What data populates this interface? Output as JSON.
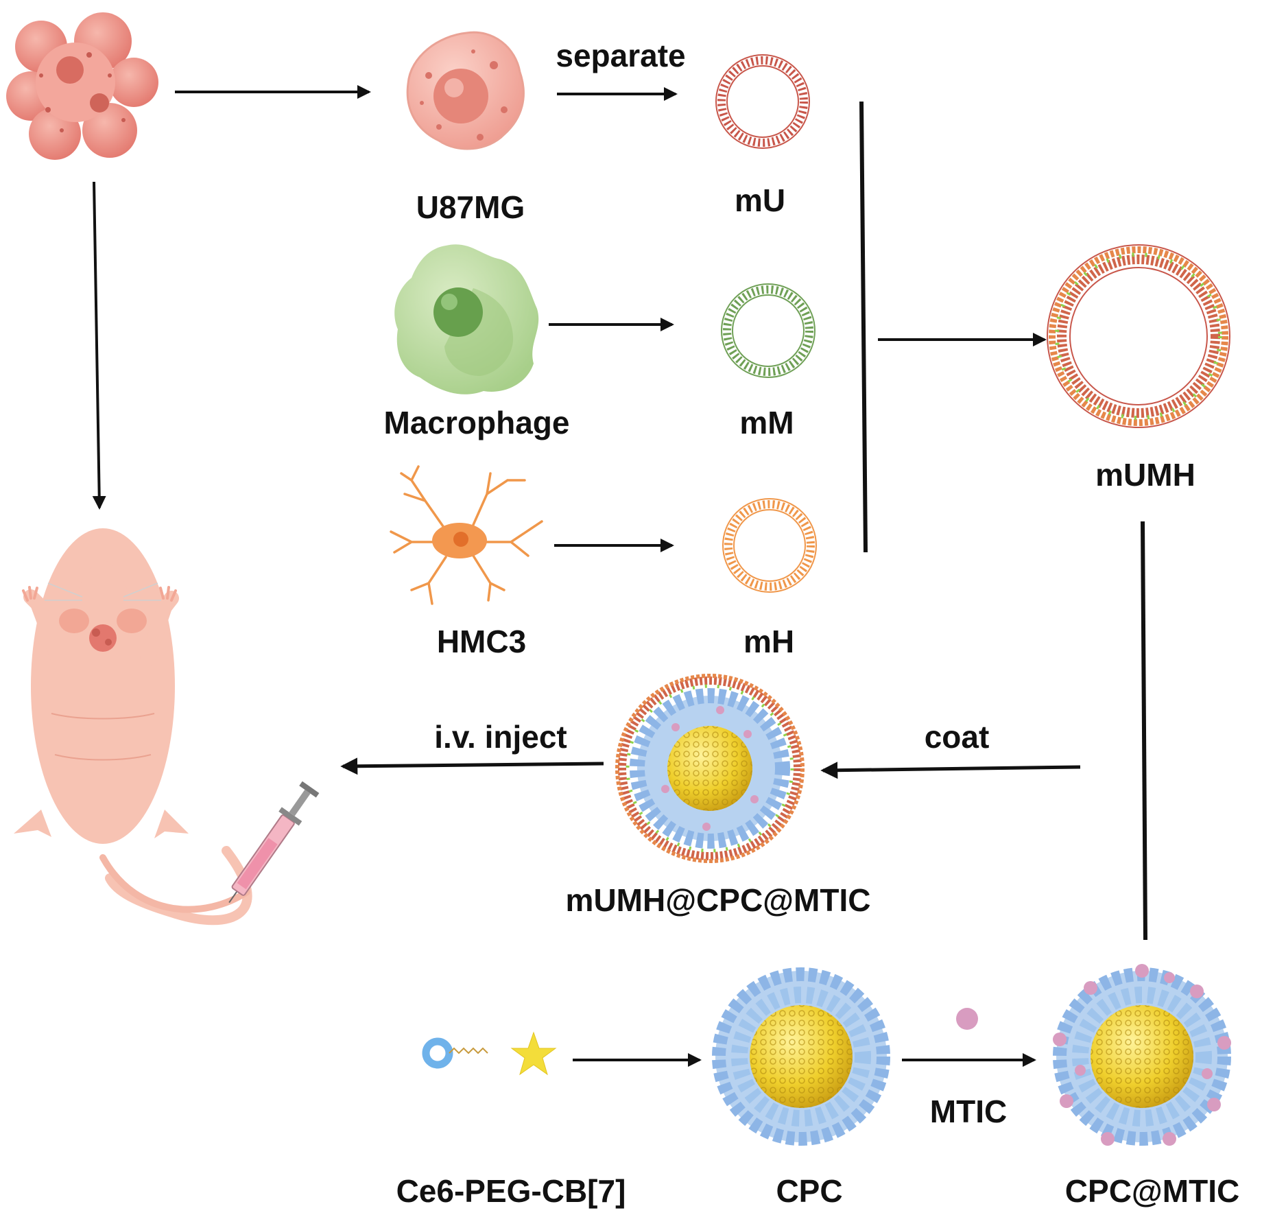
{
  "labels": {
    "separate": "separate",
    "u87mg": "U87MG",
    "mu": "mU",
    "macrophage": "Macrophage",
    "mm": "mM",
    "hmc3": "HMC3",
    "mh": "mH",
    "mumh": "mUMH",
    "iv_inject": "i.v. inject",
    "coat": "coat",
    "mumh_cpc_mtic": "mUMH@CPC@MTIC",
    "mtic": "MTIC",
    "ce6_peg_cb7": "Ce6-PEG-CB[7]",
    "cpc": "CPC",
    "cpc_mtic": "CPC@MTIC"
  },
  "colors": {
    "tumor": "#e8867c",
    "u87mg_membrane": "#c8564a",
    "macrophage_membrane": "#6fa056",
    "hmc3_membrane": "#f0974a",
    "mixed_membrane_green": "#8fd24a",
    "cb7_shell": "#9fc4ec",
    "gold_core": "#e8c420",
    "mtic_particle": "#d89cc0",
    "mouse": "#f7c3b3"
  },
  "icons": [
    "tumor-cluster-icon",
    "u87mg-cell-icon",
    "macrophage-cell-icon",
    "hmc3-microglia-icon",
    "mouse-icon",
    "syringe-icon",
    "ce6-peg-cb7-molecule-icon",
    "cpc-nanoparticle-icon",
    "cpc-mtic-nanoparticle-icon",
    "mumh-vesicle-icon",
    "mtic-molecule-icon"
  ]
}
